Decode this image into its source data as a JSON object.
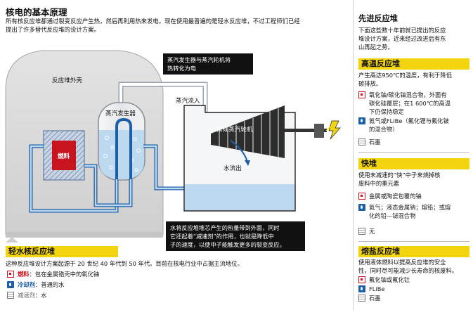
{
  "main": {
    "title": "核电的基本原理",
    "intro": [
      "所有核反应堆都通过裂变反应产生热，然后再利用热来发电。现在使用最普遍的是轻水反应堆，不过工程师们已经",
      "提出了许多替代反应堆的设计方案。"
    ],
    "callout_top": [
      "蒸汽发生器与蒸汽轮机将",
      "热转化为电"
    ],
    "callout_bottom": [
      "水将反应堆堆芯产生的热量带到外面，同时",
      "它还起着“减速剂”的作用，也就是降低中",
      "子的速度，以使中子能触发更多的裂变反应。"
    ],
    "labels": {
      "shell": "反应堆外壳",
      "steam_gen": "蒸汽发生器",
      "steam_in": "蒸汽流入",
      "turbine": "常规蒸汽轮机",
      "water_out": "水流出",
      "fuel": "燃料"
    }
  },
  "lwr": {
    "heading": "轻水核反应堆",
    "desc": "这种反应堆设计方案起源于 20 世纪 40 年代到 50 年代。目前在核电行业中占据主流地位。",
    "fuel_label": "燃料",
    "fuel_text": "：包在金属锆壳中的氧化铀",
    "coolant_label": "冷却剂",
    "coolant_text": "：普通的水",
    "moderator_label": "减速剂",
    "moderator_text": "：水"
  },
  "sidebar": {
    "advanced": {
      "heading": "先进反应堆",
      "text": [
        "下面这些数十年前就已提出的反应",
        "堆设计方案，近来经过改进后有东",
        "山再起之势。"
      ]
    },
    "high_temp": {
      "heading": "高温反应堆",
      "desc": [
        "产生高达950℃的温度，有利于降低",
        "碳排放。"
      ],
      "fuel": [
        "氧化铀/碳化铀混合物，外面有",
        "碳化硅覆层；在1 600℃的高温",
        "下仍保持稳定"
      ],
      "coolant": [
        "氦气或FLiBe（氟化锂与氟化铍",
        "的混合物）"
      ],
      "moderator": "石墨"
    },
    "fast": {
      "heading": "快堆",
      "desc": [
        "使用未减速的“快”中子来烧掉核",
        "废料中的重元素"
      ],
      "fuel": "金属或陶瓷包覆的铀",
      "coolant": [
        "氦气；液态金属钠；熔铅；或熔",
        "化的铅—铋混合物"
      ],
      "moderator": "无"
    },
    "molten_salt": {
      "heading": "熔盐反应堆",
      "desc": [
        "使用液体燃料以提高反应堆的安全",
        "性，同时尽可能减少长寿命的核废料。"
      ],
      "fuel": "氟化铀或氟化钍",
      "coolant": "FLiBe",
      "moderator": "石墨"
    }
  },
  "colors": {
    "accent_yellow": "#f2d50f",
    "fuel_red": "#c8141e",
    "coolant_blue": "#1d5ea8",
    "water_light": "#bcd9f0",
    "shell_gray": "#d2d2d2"
  }
}
